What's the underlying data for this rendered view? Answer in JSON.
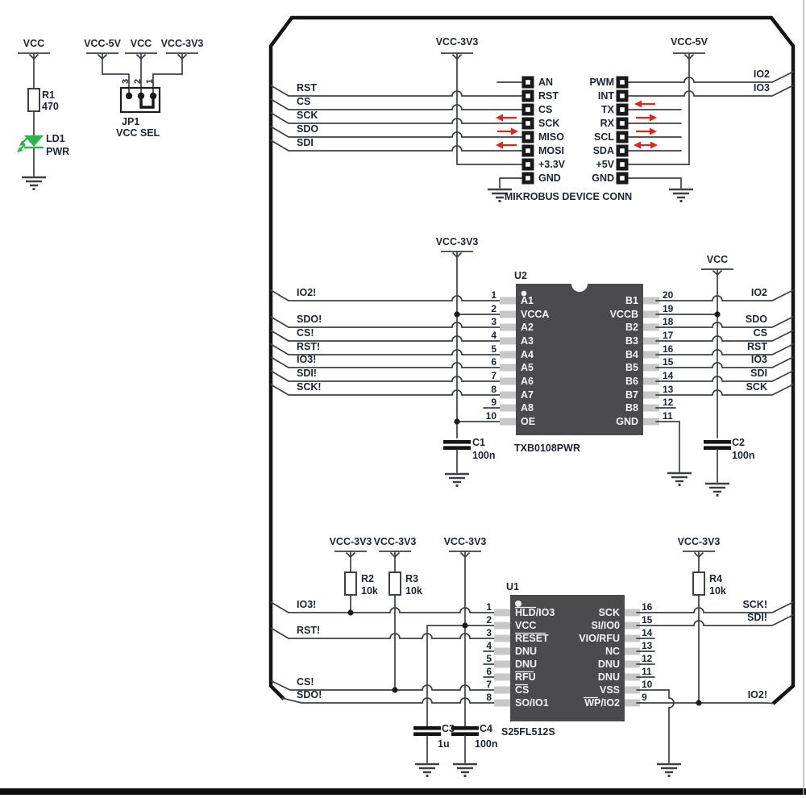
{
  "colors": {
    "wire": "#3b4147",
    "border": "#141414",
    "accent_red": "#e1251b",
    "led_green": "#2fb34a",
    "chip_body": "#4b4b4d",
    "chip_pin": "#c7c7c7"
  },
  "power": {
    "rail": "VCC",
    "r1": {
      "ref": "R1",
      "value": "470"
    },
    "led": {
      "ref": "LD1",
      "name": "PWR"
    },
    "jp1": {
      "ref": "JP1",
      "name": "VCC SEL",
      "rails": [
        "VCC-5V",
        "VCC",
        "VCC-3V3"
      ],
      "pin_numbers": [
        "3",
        "2",
        "1"
      ]
    }
  },
  "mikrobus": {
    "title": "MIKROBUS DEVICE CONN",
    "rail_left": "VCC-3V3",
    "rail_right": "VCC-5V",
    "left_pins": [
      "AN",
      "RST",
      "CS",
      "SCK",
      "MISO",
      "MOSI",
      "+3.3V",
      "GND"
    ],
    "right_pins": [
      "PWM",
      "INT",
      "TX",
      "RX",
      "SCL",
      "SDA",
      "+5V",
      "GND"
    ],
    "left_signals": [
      "RST",
      "CS",
      "SCK",
      "SDO",
      "SDI"
    ],
    "right_signals": [
      "IO2",
      "IO3"
    ]
  },
  "u2": {
    "ref": "U2",
    "part": "TXB0108PWR",
    "rail_left": "VCC-3V3",
    "rail_right": "VCC",
    "c1": {
      "ref": "C1",
      "value": "100n"
    },
    "c2": {
      "ref": "C2",
      "value": "100n"
    },
    "left_pins": [
      {
        "num": "1",
        "name": "A1",
        "signal": "IO2!"
      },
      {
        "num": "2",
        "name": "VCCA",
        "signal": ""
      },
      {
        "num": "3",
        "name": "A2",
        "signal": "SDO!"
      },
      {
        "num": "4",
        "name": "A3",
        "signal": "CS!"
      },
      {
        "num": "5",
        "name": "A4",
        "signal": "RST!"
      },
      {
        "num": "6",
        "name": "A5",
        "signal": "IO3!"
      },
      {
        "num": "7",
        "name": "A6",
        "signal": "SDI!"
      },
      {
        "num": "8",
        "name": "A7",
        "signal": "SCK!"
      },
      {
        "num": "9",
        "name": "A8",
        "signal": ""
      },
      {
        "num": "10",
        "name": "OE",
        "signal": ""
      }
    ],
    "right_pins": [
      {
        "num": "20",
        "name": "B1",
        "signal": "IO2"
      },
      {
        "num": "19",
        "name": "VCCB",
        "signal": ""
      },
      {
        "num": "18",
        "name": "B2",
        "signal": "SDO"
      },
      {
        "num": "17",
        "name": "B3",
        "signal": "CS"
      },
      {
        "num": "16",
        "name": "B4",
        "signal": "RST"
      },
      {
        "num": "15",
        "name": "B5",
        "signal": "IO3"
      },
      {
        "num": "14",
        "name": "B6",
        "signal": "SDI"
      },
      {
        "num": "13",
        "name": "B7",
        "signal": "SCK"
      },
      {
        "num": "12",
        "name": "B8",
        "signal": ""
      },
      {
        "num": "11",
        "name": "GND",
        "signal": ""
      }
    ]
  },
  "u1": {
    "ref": "U1",
    "part": "S25FL512S",
    "pullup_rail": "VCC-3V3",
    "r2": {
      "ref": "R2",
      "value": "10k"
    },
    "r3": {
      "ref": "R3",
      "value": "10k"
    },
    "r4": {
      "ref": "R4",
      "value": "10k"
    },
    "c3": {
      "ref": "C3",
      "value": "1u"
    },
    "c4": {
      "ref": "C4",
      "value": "100n"
    },
    "left_pins": [
      {
        "num": "1",
        "name": "HLD/IO3",
        "signal": "IO3!"
      },
      {
        "num": "2",
        "name": "VCC",
        "signal": ""
      },
      {
        "num": "3",
        "name": "RESET",
        "signal": "RST!"
      },
      {
        "num": "4",
        "name": "DNU",
        "signal": ""
      },
      {
        "num": "5",
        "name": "DNU",
        "signal": ""
      },
      {
        "num": "6",
        "name": "RFU",
        "signal": ""
      },
      {
        "num": "7",
        "name": "CS",
        "signal": "CS!"
      },
      {
        "num": "8",
        "name": "SO/IO1",
        "signal": "SDO!"
      }
    ],
    "right_pins": [
      {
        "num": "16",
        "name": "SCK",
        "signal": "SCK!"
      },
      {
        "num": "15",
        "name": "SI/IO0",
        "signal": "SDI!"
      },
      {
        "num": "14",
        "name": "VIO/RFU",
        "signal": ""
      },
      {
        "num": "13",
        "name": "NC",
        "signal": ""
      },
      {
        "num": "12",
        "name": "DNU",
        "signal": ""
      },
      {
        "num": "11",
        "name": "DNU",
        "signal": ""
      },
      {
        "num": "10",
        "name": "VSS",
        "signal": ""
      },
      {
        "num": "9",
        "name": "WP/IO2",
        "signal": "IO2!"
      }
    ]
  }
}
